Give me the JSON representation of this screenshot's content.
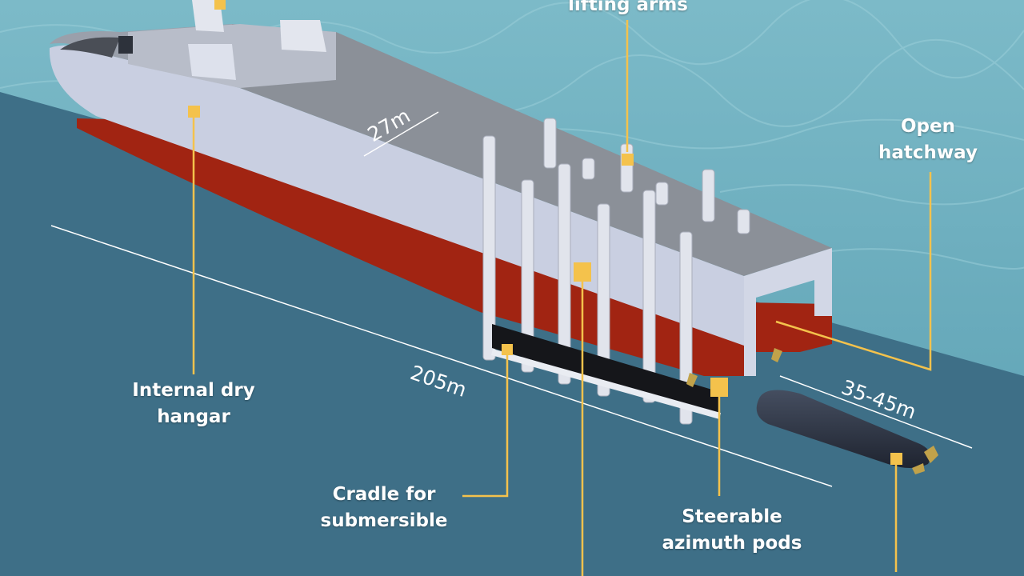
{
  "colors": {
    "sea_light": "#6fb0bf",
    "sea_dark": "#3f6e86",
    "hull_grey": "#c9cfe1",
    "deck_grey": "#8b9098",
    "hull_red": "#a12412",
    "callout": "#f4c24c",
    "submarine": "#2d3444"
  },
  "labels": {
    "lifting_arms": "lifting arms",
    "open_hatchway": [
      "Open",
      "hatchway"
    ],
    "internal_dry_hangar": [
      "Internal dry",
      "hangar"
    ],
    "cradle": [
      "Cradle for",
      "submersible"
    ],
    "azimuth_pods": [
      "Steerable",
      "azimuth pods"
    ]
  },
  "dimensions": {
    "beam": "27m",
    "length": "205m",
    "sub_length": "35-45m"
  }
}
